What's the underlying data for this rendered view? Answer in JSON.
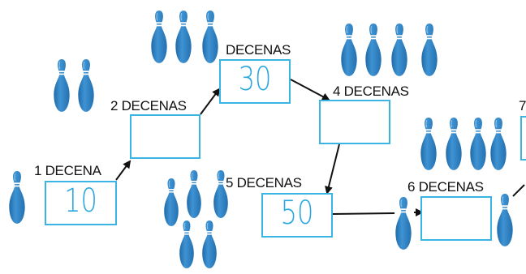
{
  "nodes": [
    {
      "label": "1 DECENA",
      "value": "10"
    },
    {
      "label": "2 DECENAS",
      "value": ""
    },
    {
      "label": "DECENAS",
      "value": "30"
    },
    {
      "label": "4 DECENAS",
      "value": ""
    },
    {
      "label": "5 DECENAS",
      "value": "50"
    },
    {
      "label": "6 DECENAS",
      "value": ""
    },
    {
      "label": "7",
      "value": ""
    }
  ],
  "pin_icon": "bowling-pin-icon",
  "colors": {
    "box_border": "#39b4e3",
    "value_text": "#2aa7e0",
    "pin": "#2f7fc0"
  }
}
